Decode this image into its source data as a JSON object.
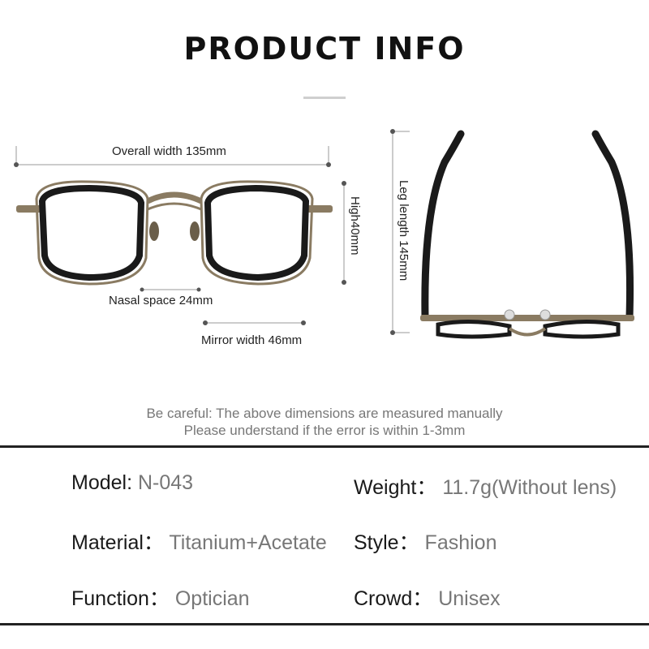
{
  "title": "PRODUCT INFO",
  "dimensions": {
    "overall_width": "Overall width 135mm",
    "high": "High40mm",
    "leg_length": "Leg length 145mm",
    "nasal_space": "Nasal space 24mm",
    "mirror_width": "Mirror width 46mm"
  },
  "note": {
    "line1": "Be careful: The above dimensions are measured manually",
    "line2": "Please understand if the error is within 1-3mm"
  },
  "specs": {
    "model": {
      "label": "Model:",
      "value": "N-043"
    },
    "weight": {
      "label": "Weight：",
      "value": "11.7g(Without lens)"
    },
    "material": {
      "label": "Material：",
      "value": "Titanium+Acetate"
    },
    "style": {
      "label": "Style：",
      "value": "Fashion"
    },
    "function": {
      "label": "Function：",
      "value": "Optician"
    },
    "crowd": {
      "label": "Crowd：",
      "value": "Unisex"
    }
  },
  "colors": {
    "frame": "#1a1a1a",
    "metal": "#8a7b62",
    "temple_tip": "#3f8f50",
    "divider": "#222222"
  }
}
